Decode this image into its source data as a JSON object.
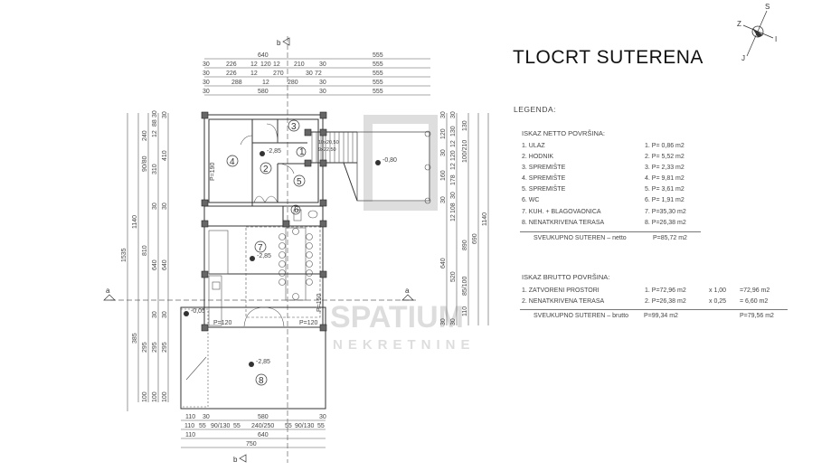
{
  "title": "TLOCRT SUTERENA",
  "legend": {
    "heading": "LEGENDA:",
    "netto": {
      "heading": "ISKAZ NETTO POVRŠINA:",
      "rows": [
        {
          "name": "1. ULAZ",
          "area": "1. P= 0,86 m2"
        },
        {
          "name": "2. HODNIK",
          "area": "2. P= 5,52 m2"
        },
        {
          "name": "3. SPREMIŠTE",
          "area": "3. P= 2,33 m2"
        },
        {
          "name": "4. SPREMIŠTE",
          "area": "4. P= 9,81 m2"
        },
        {
          "name": "5. SPREMIŠTE",
          "area": "5. P= 3,61 m2"
        },
        {
          "name": "6. WC",
          "area": "6. P= 1,91 m2"
        },
        {
          "name": "7. KUH. + BLAGOVAONICA",
          "area": "7. P=35,30 m2"
        },
        {
          "name": "8. NENATKRIVENA TERASA",
          "area": "8. P=26,38 m2"
        }
      ],
      "total_label": "SVEUKUPNO SUTEREN   – netto",
      "total_value": "P=85,72 m2"
    },
    "brutto": {
      "heading": "ISKAZ BRUTTO POVRŠINA:",
      "rows": [
        {
          "name": "1. ZATVORENI PROSTORI",
          "area": "1. P=72,96 m2",
          "factor": "x 1,00",
          "result": "=72,96 m2"
        },
        {
          "name": "2. NENATKRIVENA TERASA",
          "area": "2. P=26,38 m2",
          "factor": "x 0,25",
          "result": "= 6,60 m2"
        }
      ],
      "total_label": "SVEUKUPNO SUTEREN  – brutto",
      "total_value": "P=99,34 m2",
      "total_result": "P=79,56 m2"
    }
  },
  "compass": {
    "n": "S",
    "w": "Z",
    "e": "I",
    "s": "J"
  },
  "section_marker": "b",
  "side_marker": "a",
  "watermark": {
    "line1": "SPATIUM",
    "line2": "NEKRETNINE",
    "logo": "S"
  },
  "rooms": [
    "1",
    "2",
    "3",
    "4",
    "5",
    "6",
    "7",
    "8"
  ],
  "elevations": {
    "upper": "-2,85",
    "outside": "-0,80",
    "kitchen": "-2,85",
    "entry": "-0,05",
    "terrace": "-2,85"
  },
  "openings": {
    "p190": "P=190",
    "p150": "P=150",
    "p120a": "P=120",
    "p120b": "P=120",
    "stair1": "10x20,50",
    "stair2": "9x22,50"
  },
  "dims_top": {
    "r1": [
      "640",
      "555"
    ],
    "r2": [
      "30",
      "226",
      "12",
      "120",
      "12",
      "210",
      "30",
      "555"
    ],
    "r3": [
      "30",
      "226",
      "12",
      "270",
      "30",
      "72",
      "555"
    ],
    "r4": [
      "30",
      "288",
      "12",
      "280",
      "30",
      "555"
    ],
    "r5": [
      "30",
      "580",
      "30",
      "555"
    ]
  },
  "dims_bottom": {
    "r1": [
      "110",
      "30",
      "580",
      "30"
    ],
    "r2": [
      "110",
      "55",
      "90/130",
      "55",
      "240/250",
      "55",
      "90/130",
      "55"
    ],
    "r3": [
      "110",
      "640"
    ],
    "r4": [
      "750"
    ]
  },
  "dims_left": {
    "c1": [
      "1535"
    ],
    "c2": [
      "1140",
      "385"
    ],
    "c3": [
      "240",
      "90/80",
      "810",
      "295",
      "100"
    ],
    "c4": [
      "30",
      "88",
      "12",
      "310",
      "30",
      "640",
      "30",
      "295",
      "100"
    ],
    "c5": [
      "30",
      "410",
      "30",
      "640",
      "30",
      "295",
      "100"
    ]
  },
  "dims_right": {
    "c1": [
      "30",
      "120",
      "30",
      "160",
      "30",
      "640",
      "30"
    ],
    "c2": [
      "30",
      "130",
      "12",
      "120",
      "12",
      "178",
      "30",
      "108",
      "12",
      "520",
      "30"
    ],
    "c3": [
      "130",
      "100/210",
      "890",
      "110",
      "85/100"
    ],
    "c4": [
      "690"
    ],
    "c5": [
      "1140"
    ]
  }
}
